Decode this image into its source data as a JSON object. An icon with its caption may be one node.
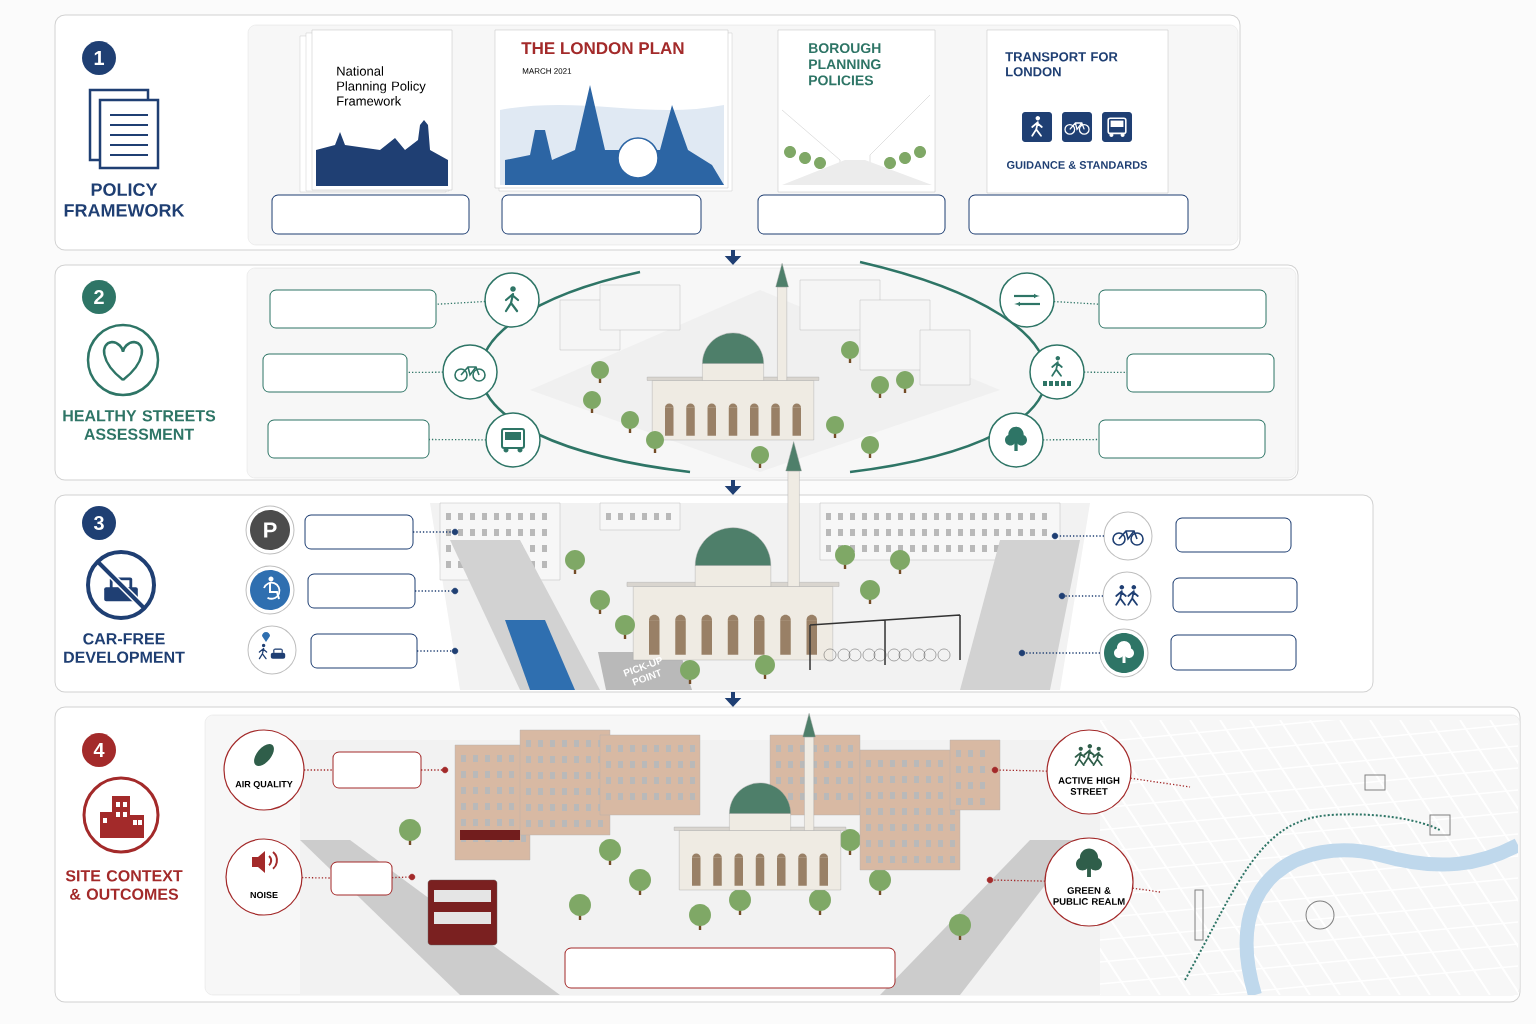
{
  "diagram": {
    "nodes": [
      {
        "text": [
          "1",
          "POLICY FRAMEWORK"
        ]
      },
      {
        "text": [
          "National Planning Policy Framework"
        ],
        "in": 0
      },
      {
        "text": [
          "THE LONDON PLAN",
          "MARCH 2021"
        ],
        "in": 0
      },
      {
        "text": [
          "BOROUGH PLANNING POLICIES"
        ],
        "in": 0
      },
      {
        "text": [
          "TRANSPORT FOR LONDON",
          "GUIDANCE & STANDARDS"
        ],
        "in": 0
      },
      {
        "text": [],
        "shape": "box",
        "in": 0
      },
      {
        "text": [],
        "shape": "box",
        "in": 0
      },
      {
        "text": [],
        "shape": "box",
        "in": 0
      },
      {
        "text": [],
        "shape": "box",
        "in": 0
      },
      {
        "text": [
          "2",
          "HEALTHY STREETS ASSESSMENT"
        ]
      },
      {
        "text": [],
        "shape": "box",
        "in": 9
      },
      {
        "text": [],
        "shape": "box",
        "in": 9
      },
      {
        "text": [],
        "shape": "box",
        "in": 9
      },
      {
        "text": [],
        "shape": "circle",
        "in": 9
      },
      {
        "text": [],
        "shape": "circle",
        "in": 9
      },
      {
        "text": [],
        "shape": "circle",
        "in": 9
      },
      {
        "text": [],
        "shape": "circle",
        "in": 9
      },
      {
        "text": [],
        "shape": "circle",
        "in": 9
      },
      {
        "text": [],
        "shape": "circle",
        "in": 9
      },
      {
        "text": [],
        "shape": "box",
        "in": 9
      },
      {
        "text": [],
        "shape": "box",
        "in": 9
      },
      {
        "text": [],
        "shape": "box",
        "in": 9
      },
      {
        "text": [
          "3",
          "CAR-FREE DEVELOPMENT"
        ]
      },
      {
        "text": [
          "P"
        ],
        "in": 22
      },
      {
        "text": [],
        "shape": "circle",
        "in": 22
      },
      {
        "text": [],
        "shape": "circle",
        "in": 22
      },
      {
        "text": [],
        "shape": "box",
        "in": 22
      },
      {
        "text": [],
        "shape": "box",
        "in": 22
      },
      {
        "text": [],
        "shape": "box",
        "in": 22
      },
      {
        "text": [],
        "shape": "circle",
        "in": 22
      },
      {
        "text": [],
        "shape": "circle",
        "in": 22
      },
      {
        "text": [],
        "shape": "circle",
        "in": 22
      },
      {
        "text": [],
        "shape": "box",
        "in": 22
      },
      {
        "text": [],
        "shape": "box",
        "in": 22
      },
      {
        "text": [],
        "shape": "box",
        "in": 22
      },
      {
        "text": [
          "4",
          "SITE CONTEXT & OUTCOMES"
        ]
      },
      {
        "text": [
          "AIR QUALITY"
        ],
        "in": 35
      },
      {
        "text": [],
        "shape": "box",
        "in": 35
      },
      {
        "text": [
          "NOISE"
        ],
        "in": 35
      },
      {
        "text": [],
        "shape": "box",
        "in": 35
      },
      {
        "text": [
          "ACTIVE HIGH STREET"
        ],
        "in": 35
      },
      {
        "text": [
          "GREEN & PUBLIC REALM"
        ],
        "in": 35
      },
      {
        "text": [],
        "shape": "box",
        "in": 35
      },
      {
        "text": [],
        "shape": "circle",
        "in": 22
      },
      {
        "text": [],
        "shape": "circle",
        "in": 22
      },
      {
        "text": [],
        "shape": "circle",
        "in": 22
      },
      {
        "text": [],
        "shape": "circle",
        "in": 22
      },
      {
        "text": [],
        "shape": "circle",
        "in": 22
      },
      {
        "text": [],
        "shape": "circle",
        "in": 22
      },
      {
        "text": [],
        "shape": "circle",
        "in": 35
      },
      {
        "text": [],
        "shape": "circle",
        "in": 35
      },
      {
        "text": [],
        "shape": "circle",
        "in": 35
      },
      {
        "text": [],
        "shape": "circle",
        "in": 35
      }
    ],
    "edges": [
      {
        "from": 0,
        "to": 9,
        "arrow": "to",
        "style": "thick"
      },
      {
        "from": 9,
        "to": 22,
        "arrow": "to",
        "style": "thick"
      },
      {
        "from": 22,
        "to": 35,
        "arrow": "to",
        "style": "thick"
      },
      {
        "from": 13,
        "to": 10,
        "arrow": "none",
        "style": "dashed",
        "color": "#2e7566"
      },
      {
        "from": 14,
        "to": 11,
        "arrow": "none",
        "style": "dashed",
        "color": "#2e7566"
      },
      {
        "from": 15,
        "to": 12,
        "arrow": "none",
        "style": "dashed",
        "color": "#2e7566"
      },
      {
        "from": 16,
        "to": 19,
        "arrow": "none",
        "style": "dashed",
        "color": "#2e7566"
      },
      {
        "from": 17,
        "to": 20,
        "arrow": "none",
        "style": "dashed",
        "color": "#2e7566"
      },
      {
        "from": 18,
        "to": 21,
        "arrow": "none",
        "style": "dashed",
        "color": "#2e7566"
      },
      {
        "from": 26,
        "to": 43,
        "arrow": "none",
        "style": "dashed"
      },
      {
        "from": 27,
        "to": 44,
        "arrow": "none",
        "style": "dashed"
      },
      {
        "from": 28,
        "to": 45,
        "arrow": "none",
        "style": "dashed"
      },
      {
        "from": 29,
        "to": 46,
        "arrow": "none",
        "style": "dashed"
      },
      {
        "from": 30,
        "to": 47,
        "arrow": "none",
        "style": "dashed"
      },
      {
        "from": 31,
        "to": 48,
        "arrow": "none",
        "style": "dashed"
      },
      {
        "from": 36,
        "to": 37,
        "arrow": "none",
        "style": "dashed",
        "color": "#a32a2a"
      },
      {
        "from": 37,
        "to": 49,
        "arrow": "none",
        "style": "dashed",
        "color": "#a32a2a"
      },
      {
        "from": 38,
        "to": 39,
        "arrow": "none",
        "style": "dashed",
        "color": "#a32a2a"
      },
      {
        "from": 39,
        "to": 50,
        "arrow": "none",
        "style": "dashed",
        "color": "#a32a2a"
      },
      {
        "from": 40,
        "to": 51,
        "arrow": "none",
        "style": "dashed",
        "color": "#a32a2a"
      },
      {
        "from": 40,
        "to": null,
        "arrow": "none",
        "style": "dashed",
        "color": "#a32a2a"
      },
      {
        "from": 41,
        "to": 52,
        "arrow": "none",
        "style": "dashed",
        "color": "#a32a2a"
      },
      {
        "from": 41,
        "to": null,
        "arrow": "none",
        "style": "dashed",
        "color": "#a32a2a"
      }
    ],
    "labels": [
      "PICK-UP POINT"
    ]
  }
}
